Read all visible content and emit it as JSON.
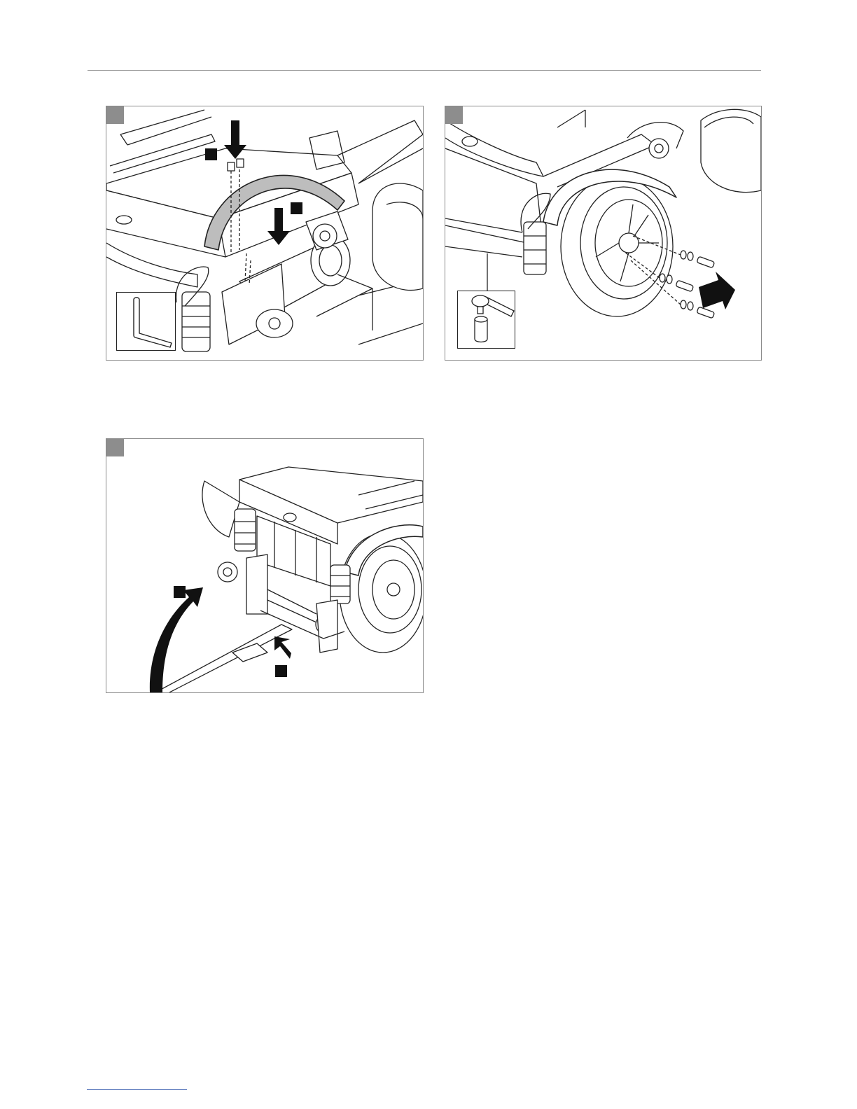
{
  "page": {
    "figures": [
      {
        "id": "fig-1",
        "step_markers": [
          "",
          ""
        ]
      },
      {
        "id": "fig-2",
        "step_markers": []
      },
      {
        "id": "fig-3",
        "step_markers": [
          "",
          ""
        ]
      }
    ]
  },
  "colors": {
    "rule": "#9a9a9a",
    "tab": "#8d8d8d",
    "panel_border": "#8a8a8a",
    "line_art": "#222222",
    "fender_fill": "#bdbdbd",
    "footer_link": "#3b5fb0"
  },
  "icons": [
    "hex-key-icon",
    "torque-wrench-icon",
    "arrow-icon"
  ]
}
